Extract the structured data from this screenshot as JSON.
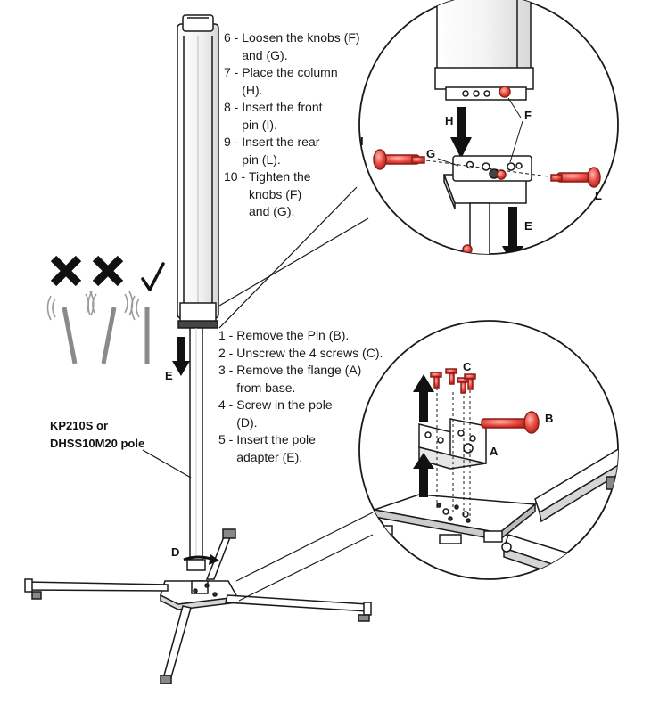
{
  "steps_top": [
    {
      "num": "6 - ",
      "text": "Loosen the knobs (F)\nand (G)."
    },
    {
      "num": "7 - ",
      "text": "Place the column\n(H)."
    },
    {
      "num": "8 - ",
      "text": "Insert the front\npin (I)."
    },
    {
      "num": "9 - ",
      "text": "Insert the rear\npin (L)."
    },
    {
      "num": "10 - ",
      "text": "Tighten the\nknobs (F)\nand (G)."
    }
  ],
  "steps_bottom": [
    {
      "num": "1 - ",
      "text": "Remove the Pin (B)."
    },
    {
      "num": "2 - ",
      "text": "Unscrew the 4 screws (C)."
    },
    {
      "num": "3 - ",
      "text": "Remove the flange (A)\nfrom base."
    },
    {
      "num": "4 - ",
      "text": "Screw in the pole\n(D)."
    },
    {
      "num": "5 - ",
      "text": "Insert the pole\nadapter (E)."
    }
  ],
  "pole_label": "KP210S or\nDHSS10M20 pole",
  "labels": {
    "h": "H",
    "f": "F",
    "i": "I",
    "g": "G",
    "l": "L",
    "e_top": "E",
    "e_main": "E",
    "c": "C",
    "b": "B",
    "a": "A",
    "d": "D"
  },
  "colors": {
    "accent_red": "#e8483f",
    "line": "#1a1a1a",
    "metal": "#8a8a8a"
  },
  "icons": {
    "wrong": "cross-icon",
    "right": "check-icon"
  }
}
